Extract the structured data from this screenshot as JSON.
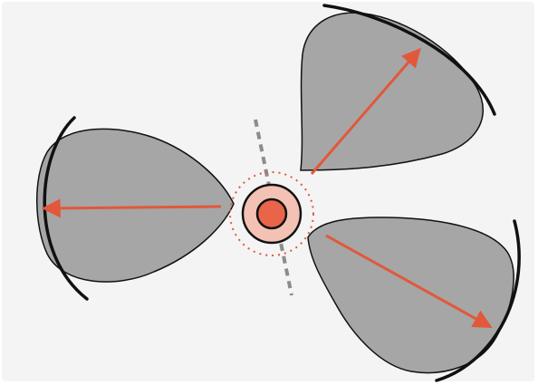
{
  "diagram": {
    "palette": {
      "background": "#f4f4f4",
      "lobe_fill": "#a6a6a6",
      "outline": "#111111",
      "arrow": "#e2583b",
      "center_outer": "#f4c2b4",
      "center_inner": "#e8654a",
      "axis": "#8c8c8c",
      "dotted_ring": "#e2583b"
    },
    "elements": {
      "lobes": [
        "lobe-left",
        "lobe-upper-right",
        "lobe-lower-right"
      ],
      "arrows": [
        "arrow-left",
        "arrow-upper-right",
        "arrow-lower-right"
      ],
      "boundary_arcs": [
        "arc-left",
        "arc-upper-right",
        "arc-lower-right"
      ]
    }
  }
}
